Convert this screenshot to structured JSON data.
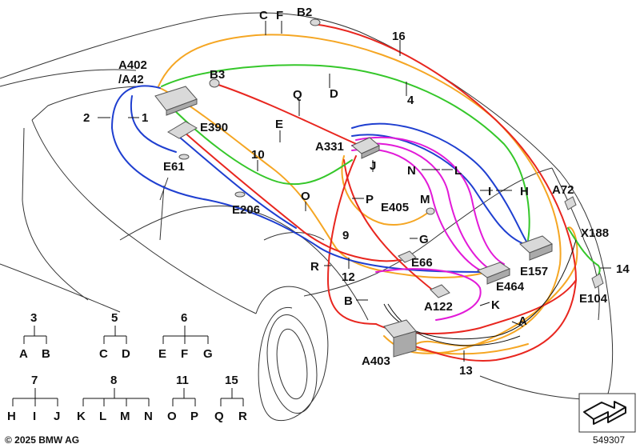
{
  "colors": {
    "red": "#e8261f",
    "orange": "#f5a623",
    "green": "#35c72a",
    "blue": "#1f3fd0",
    "magenta": "#e21ad8"
  },
  "labels": {
    "C": "C",
    "F": "F",
    "B2": "B2",
    "n16": "16",
    "A402a": "A402",
    "A402b": "/A42",
    "B3": "B3",
    "D": "D",
    "Q": "Q",
    "n4": "4",
    "n2": "2",
    "n1": "1",
    "E390": "E390",
    "E": "E",
    "A331": "A331",
    "n10": "10",
    "E61": "E61",
    "J": "J",
    "N": "N",
    "L": "L",
    "I": "I",
    "H": "H",
    "A72": "A72",
    "O": "O",
    "P": "P",
    "M": "M",
    "E206": "E206",
    "E405": "E405",
    "n9": "9",
    "G": "G",
    "X188": "X188",
    "E157": "E157",
    "n14": "14",
    "R": "R",
    "E66": "E66",
    "n12": "12",
    "E464": "E464",
    "B": "B",
    "K": "K",
    "A122": "A122",
    "E104": "E104",
    "A": "A",
    "A403": "A403",
    "n13": "13"
  },
  "legend": [
    {
      "root": "3",
      "children": [
        "A",
        "B"
      ]
    },
    {
      "root": "5",
      "children": [
        "C",
        "D"
      ]
    },
    {
      "root": "6",
      "children": [
        "E",
        "F",
        "G"
      ]
    },
    {
      "root": "7",
      "children": [
        "H",
        "I",
        "J"
      ]
    },
    {
      "root": "8",
      "children": [
        "K",
        "L",
        "M",
        "N"
      ]
    },
    {
      "root": "11",
      "children": [
        "O",
        "P"
      ]
    },
    {
      "root": "15",
      "children": [
        "Q",
        "R"
      ]
    }
  ],
  "footer": {
    "copyright": "© 2025 BMW AG",
    "image_code": "549307"
  }
}
